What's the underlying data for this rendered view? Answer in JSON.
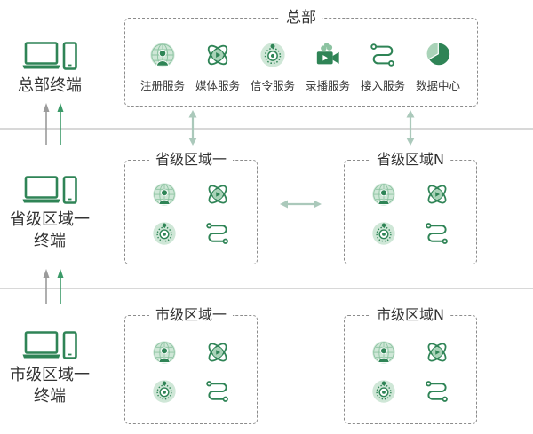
{
  "colors": {
    "accent": "#2f8456",
    "accent_light": "#cfe7d7",
    "accent_mid": "#8cc3a1",
    "uplink_gray": "#9b9b9b",
    "uplink_green": "#3b9a68",
    "connector": "#abc9bb",
    "dashed_border": "#8c8c8c",
    "divider": "#cccccc",
    "text": "#333333"
  },
  "headquarters": {
    "title": "总部",
    "services": [
      {
        "label": "注册服务",
        "icon": "registration-icon"
      },
      {
        "label": "媒体服务",
        "icon": "media-icon"
      },
      {
        "label": "信令服务",
        "icon": "signaling-icon"
      },
      {
        "label": "录播服务",
        "icon": "recording-icon"
      },
      {
        "label": "接入服务",
        "icon": "access-icon"
      },
      {
        "label": "数据中心",
        "icon": "data-center-icon"
      }
    ]
  },
  "provincial_regions": [
    {
      "title": "省级区域一",
      "icons": [
        "registration-icon",
        "media-icon",
        "signaling-icon",
        "access-icon"
      ]
    },
    {
      "title": "省级区域N",
      "icons": [
        "registration-icon",
        "media-icon",
        "signaling-icon",
        "access-icon"
      ]
    }
  ],
  "city_regions": [
    {
      "title": "市级区域一",
      "icons": [
        "registration-icon",
        "media-icon",
        "signaling-icon",
        "access-icon"
      ]
    },
    {
      "title": "市级区域N",
      "icons": [
        "registration-icon",
        "media-icon",
        "signaling-icon",
        "access-icon"
      ]
    }
  ],
  "terminals": [
    {
      "label_lines": [
        "总部终端"
      ],
      "icon": "laptop-phone-icon"
    },
    {
      "label_lines": [
        "省级区域一",
        "终端"
      ],
      "icon": "laptop-phone-icon"
    },
    {
      "label_lines": [
        "市级区域一",
        "终端"
      ],
      "icon": "laptop-phone-icon"
    }
  ]
}
